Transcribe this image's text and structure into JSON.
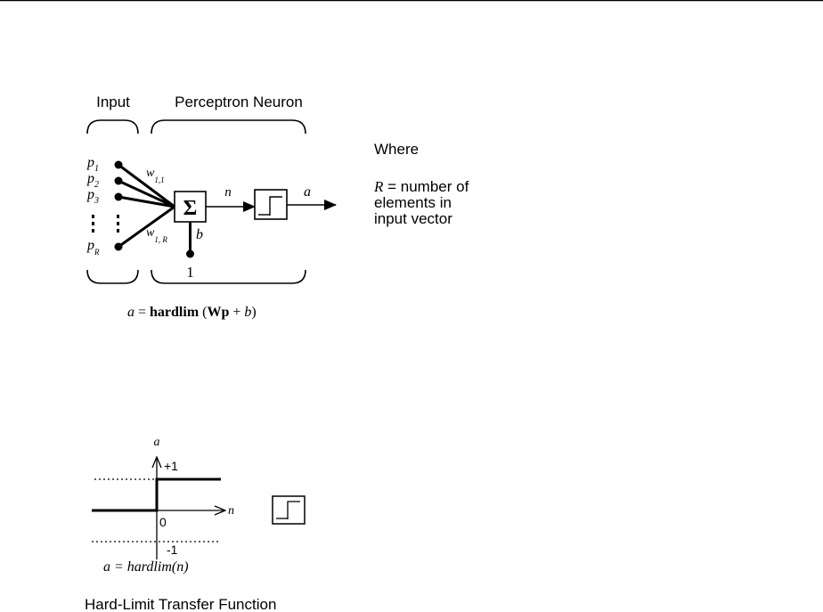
{
  "neuron_diagram": {
    "input_heading": "Input",
    "neuron_heading": "Perceptron Neuron",
    "inputs": [
      {
        "name": "p",
        "sub": "1"
      },
      {
        "name": "p",
        "sub": "2"
      },
      {
        "name": "p",
        "sub": "3"
      },
      {
        "name": "p",
        "sub": "R"
      }
    ],
    "weight_top": {
      "name": "w",
      "sub": "1,1"
    },
    "weight_bottom": {
      "name": "w",
      "sub": "1, R"
    },
    "sum_symbol": "Σ",
    "net_label": "n",
    "output_label": "a",
    "bias_label": "b",
    "bias_input": "1",
    "equation": {
      "lhs": "a",
      "eq": " = ",
      "func": "hardlim",
      "open": " (",
      "W": "W",
      "p": "p",
      "plus": " + ",
      "b": "b",
      "close": ")"
    }
  },
  "where_box": {
    "heading": "Where",
    "var": "R",
    "line1_rest": " = number of",
    "line2": "elements in",
    "line3": "input vector"
  },
  "transfer_plot": {
    "y_axis_label": "a",
    "x_axis_label": "n",
    "plus_one": "+1",
    "zero": "0",
    "minus_one": "-1",
    "equation": "a = hardlim(n)",
    "caption": "Hard-Limit Transfer Function"
  }
}
